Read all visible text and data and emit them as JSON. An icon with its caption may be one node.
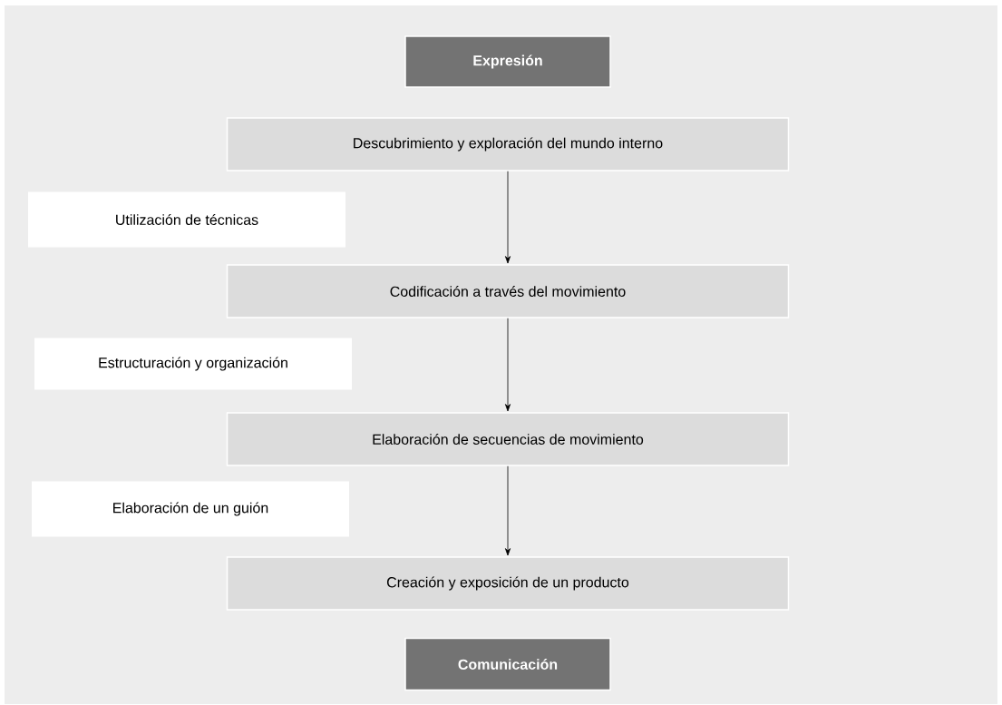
{
  "diagram": {
    "nodes": [
      {
        "text": [
          "Expresión"
        ]
      },
      {
        "text": [
          "Descubrimiento y exploración del mundo interno"
        ]
      },
      {
        "text": [
          "Utilización de técnicas"
        ]
      },
      {
        "text": [
          "Codificación a través del movimiento"
        ]
      },
      {
        "text": [
          "Estructuración y organización"
        ]
      },
      {
        "text": [
          "Elaboración de secuencias de movimiento"
        ]
      },
      {
        "text": [
          "Elaboración de un guión"
        ]
      },
      {
        "text": [
          "Creación y exposición de un producto"
        ]
      },
      {
        "text": [
          "Comunicación"
        ]
      }
    ],
    "edges": [
      {
        "from": 1,
        "to": 3,
        "arrow": "to"
      },
      {
        "from": 3,
        "to": 5,
        "arrow": "to"
      },
      {
        "from": 5,
        "to": 7,
        "arrow": "to"
      }
    ]
  }
}
